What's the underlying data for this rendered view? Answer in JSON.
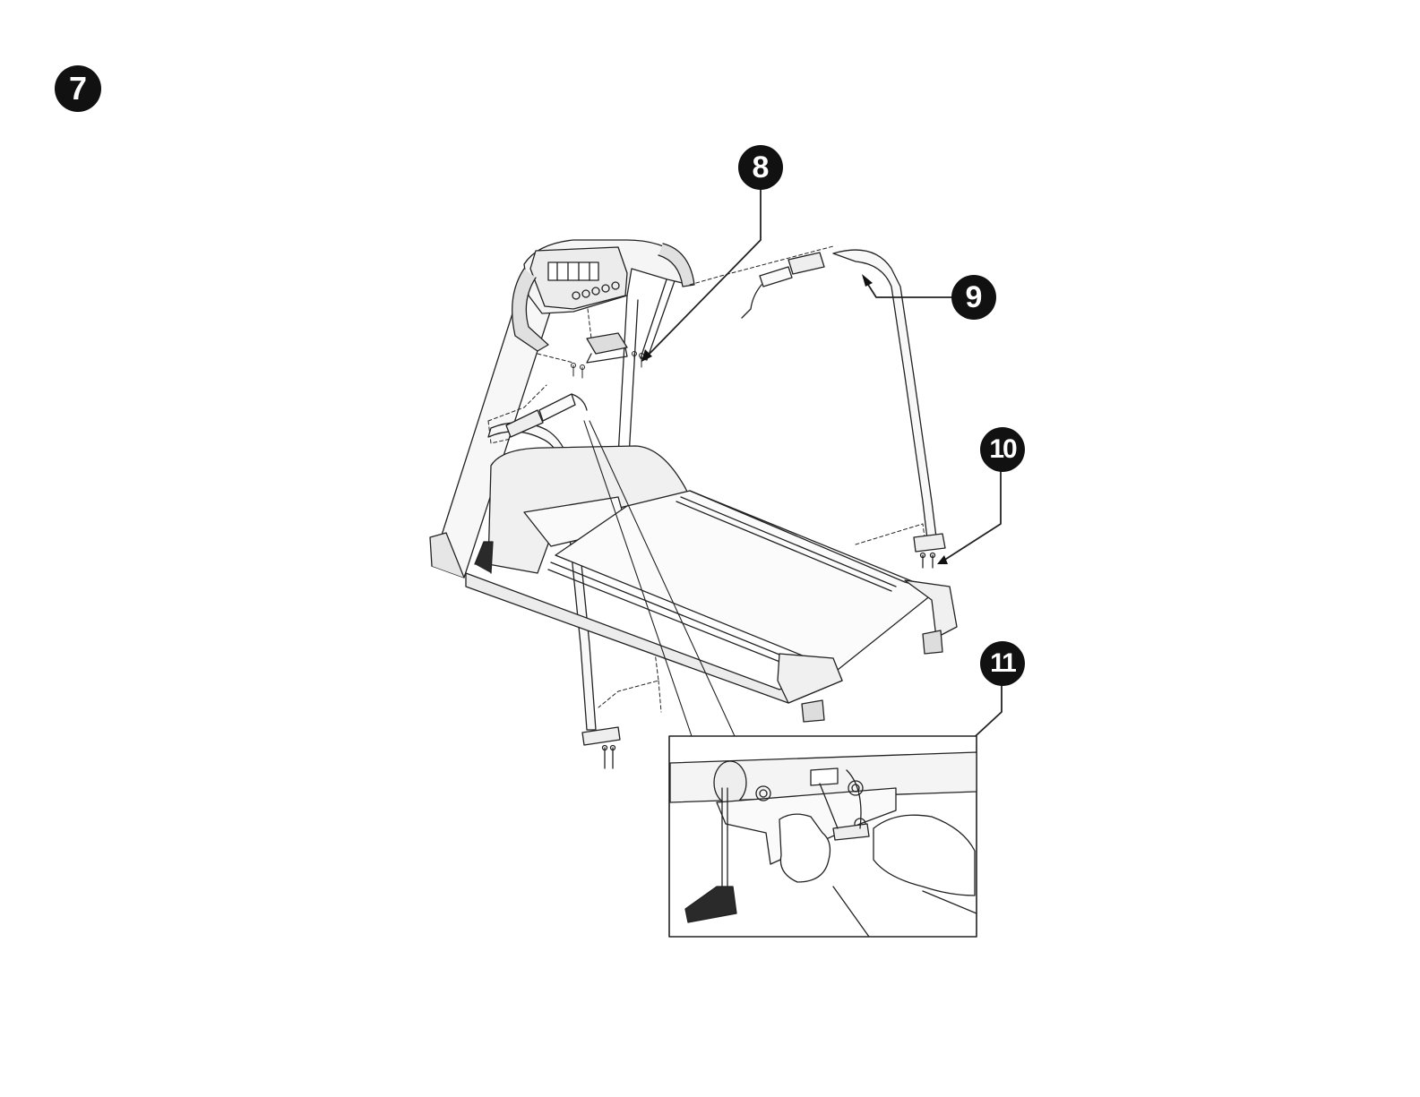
{
  "steps": {
    "main": "7",
    "callout_a": "8",
    "callout_b": "9",
    "callout_c": "10",
    "callout_d": "11"
  },
  "colors": {
    "badge": "#111111",
    "line": "#222222",
    "fill_light": "#f2f2f2",
    "fill_dark": "#2a2a2a"
  }
}
